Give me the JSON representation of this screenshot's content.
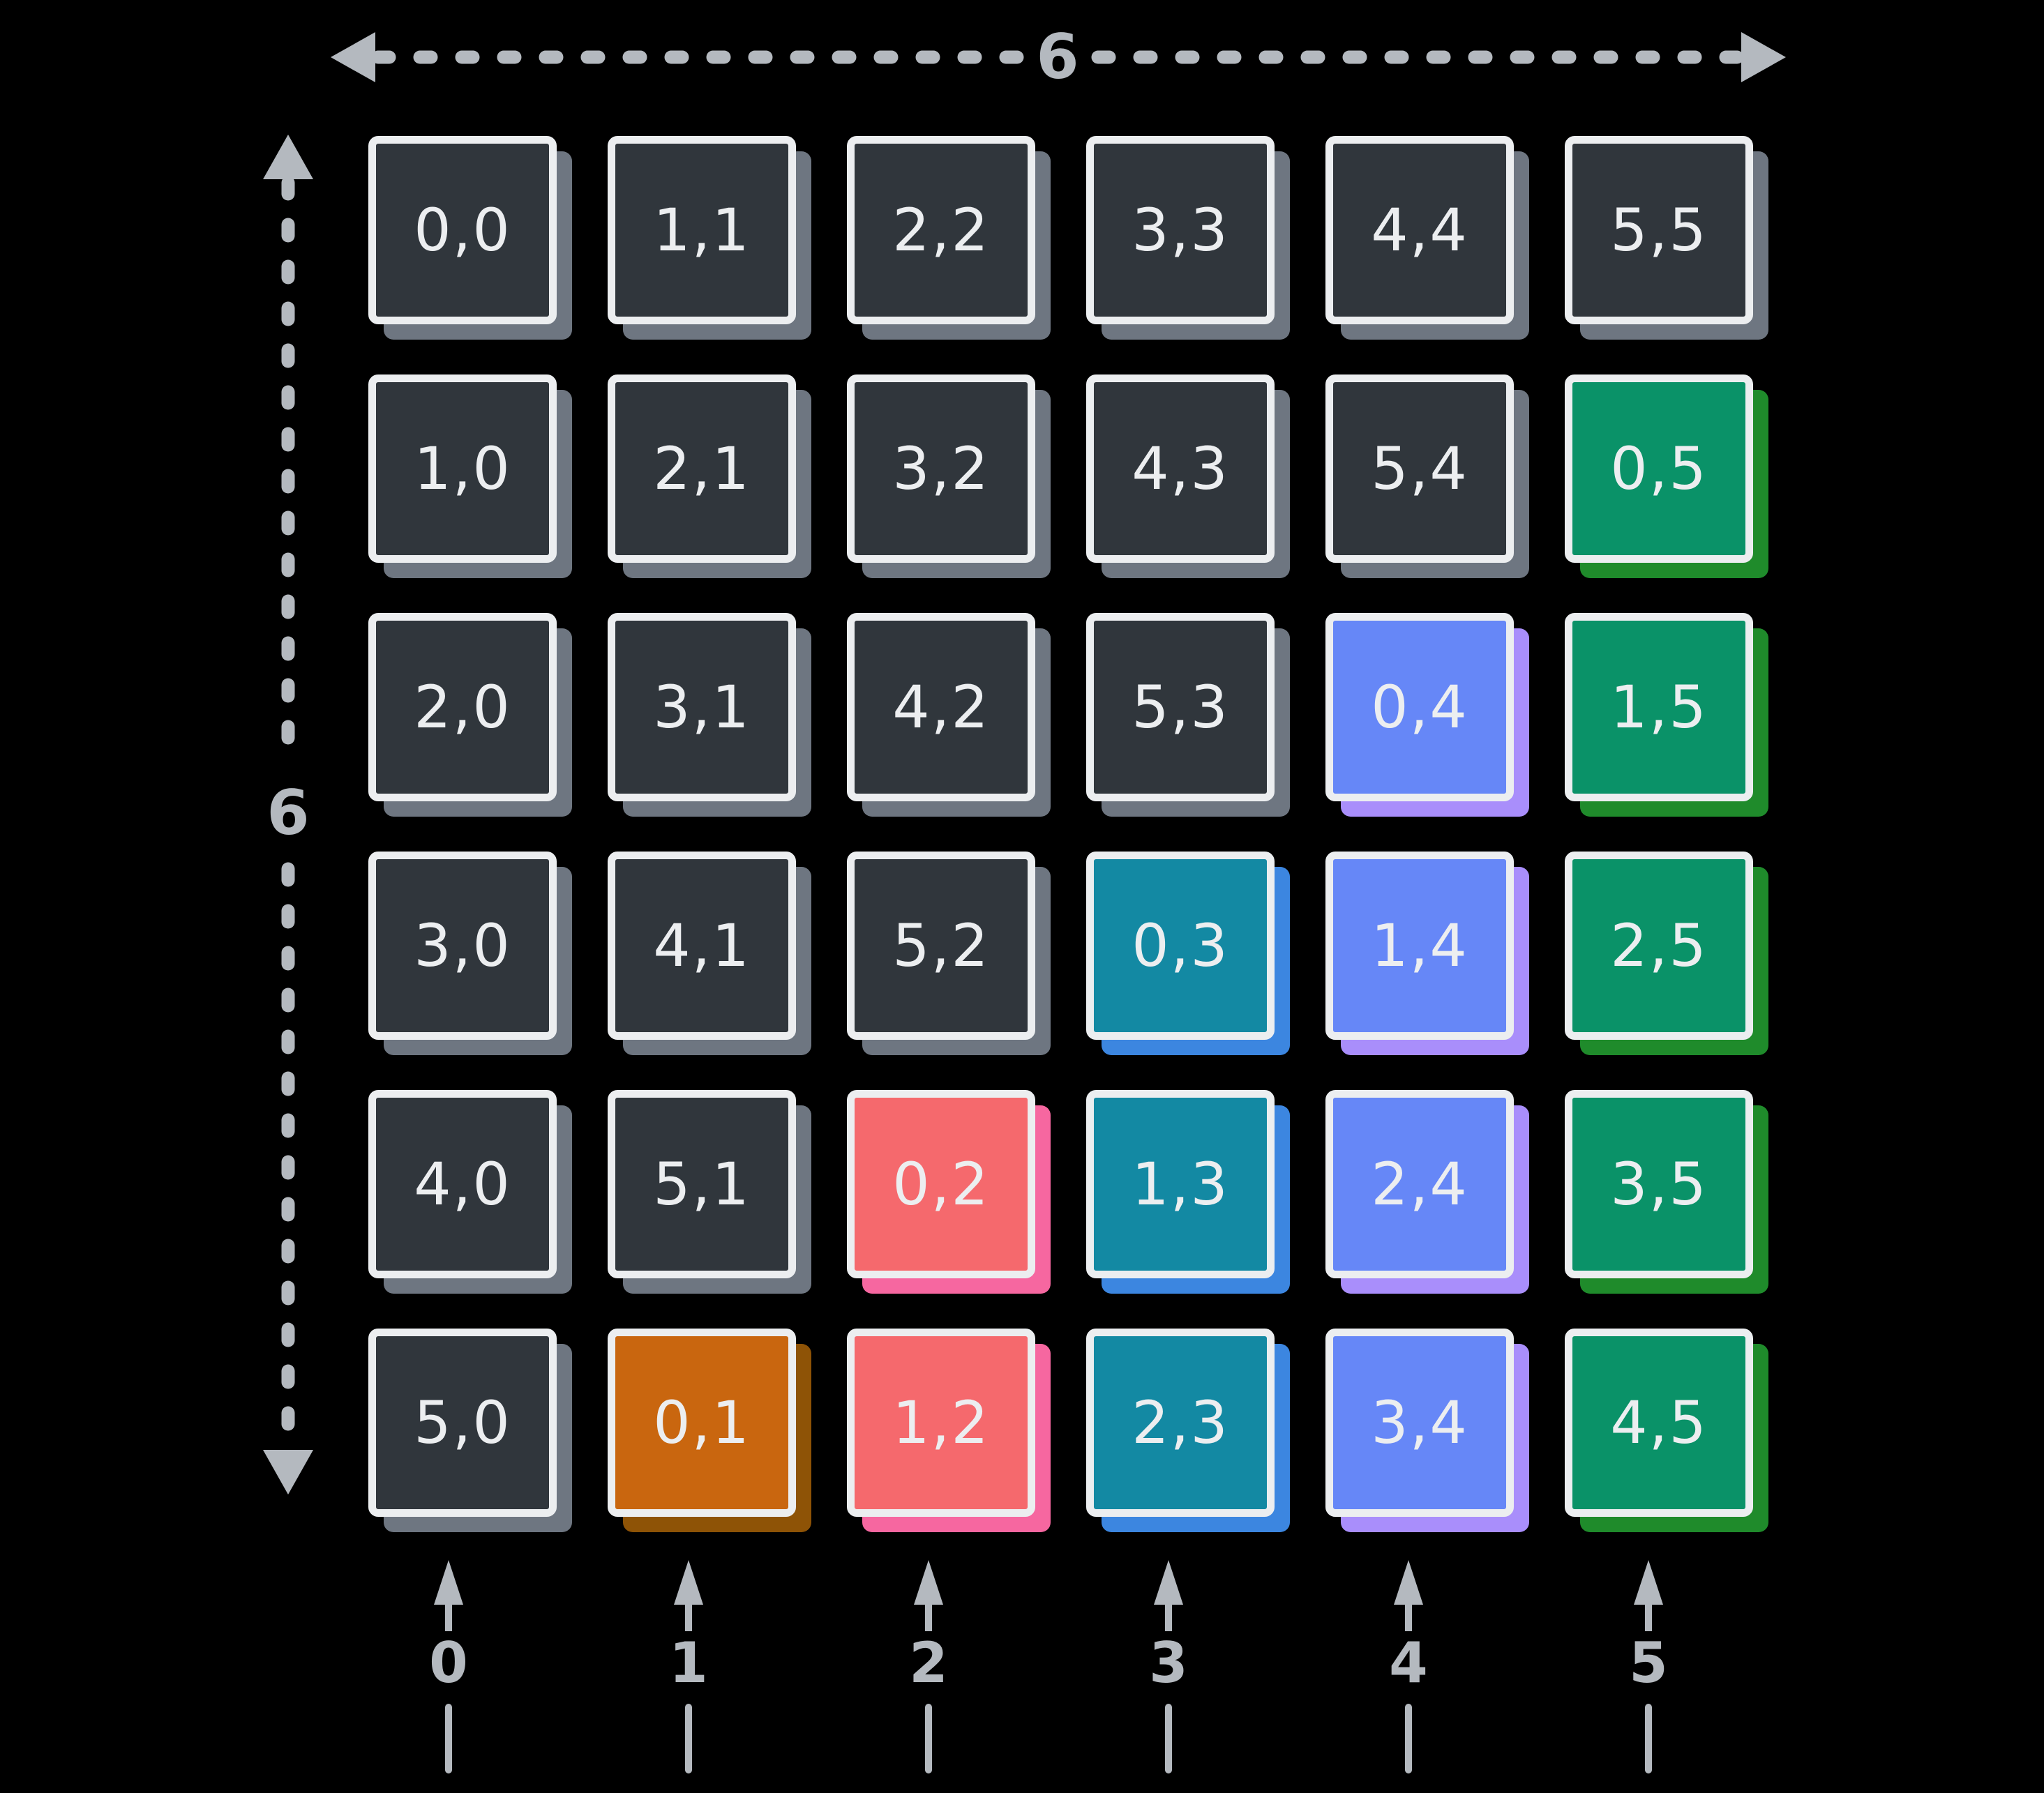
{
  "background": "#000000",
  "axis_color": "#b4b9bf",
  "text_color": "#eceef0",
  "top_axis": {
    "label": "6"
  },
  "left_axis": {
    "label": "6"
  },
  "bottom_axis": {
    "labels": [
      "0",
      "1",
      "2",
      "3",
      "4",
      "5"
    ]
  },
  "palette": {
    "dark": {
      "fill": "#30363c",
      "shadow": "#6e7681"
    },
    "orange": {
      "fill": "#c9660f",
      "shadow": "#8e5306"
    },
    "pink": {
      "fill": "#f5696d",
      "shadow": "#f667a0"
    },
    "teal": {
      "fill": "#1389a3",
      "shadow": "#3c86e0"
    },
    "purple": {
      "fill": "#6687f7",
      "shadow": "#a98efb"
    },
    "green": {
      "fill": "#0a9268",
      "shadow": "#1f8b2b"
    }
  },
  "grid": {
    "rows": 6,
    "cols": 6,
    "cells": [
      {
        "label": "0,0",
        "type": "dark"
      },
      {
        "label": "1,1",
        "type": "dark"
      },
      {
        "label": "2,2",
        "type": "dark"
      },
      {
        "label": "3,3",
        "type": "dark"
      },
      {
        "label": "4,4",
        "type": "dark"
      },
      {
        "label": "5,5",
        "type": "dark"
      },
      {
        "label": "1,0",
        "type": "dark"
      },
      {
        "label": "2,1",
        "type": "dark"
      },
      {
        "label": "3,2",
        "type": "dark"
      },
      {
        "label": "4,3",
        "type": "dark"
      },
      {
        "label": "5,4",
        "type": "dark"
      },
      {
        "label": "0,5",
        "type": "green"
      },
      {
        "label": "2,0",
        "type": "dark"
      },
      {
        "label": "3,1",
        "type": "dark"
      },
      {
        "label": "4,2",
        "type": "dark"
      },
      {
        "label": "5,3",
        "type": "dark"
      },
      {
        "label": "0,4",
        "type": "purple"
      },
      {
        "label": "1,5",
        "type": "green"
      },
      {
        "label": "3,0",
        "type": "dark"
      },
      {
        "label": "4,1",
        "type": "dark"
      },
      {
        "label": "5,2",
        "type": "dark"
      },
      {
        "label": "0,3",
        "type": "teal"
      },
      {
        "label": "1,4",
        "type": "purple"
      },
      {
        "label": "2,5",
        "type": "green"
      },
      {
        "label": "4,0",
        "type": "dark"
      },
      {
        "label": "5,1",
        "type": "dark"
      },
      {
        "label": "0,2",
        "type": "pink"
      },
      {
        "label": "1,3",
        "type": "teal"
      },
      {
        "label": "2,4",
        "type": "purple"
      },
      {
        "label": "3,5",
        "type": "green"
      },
      {
        "label": "5,0",
        "type": "dark"
      },
      {
        "label": "0,1",
        "type": "orange"
      },
      {
        "label": "1,2",
        "type": "pink"
      },
      {
        "label": "2,3",
        "type": "teal"
      },
      {
        "label": "3,4",
        "type": "purple"
      },
      {
        "label": "4,5",
        "type": "green"
      }
    ]
  }
}
